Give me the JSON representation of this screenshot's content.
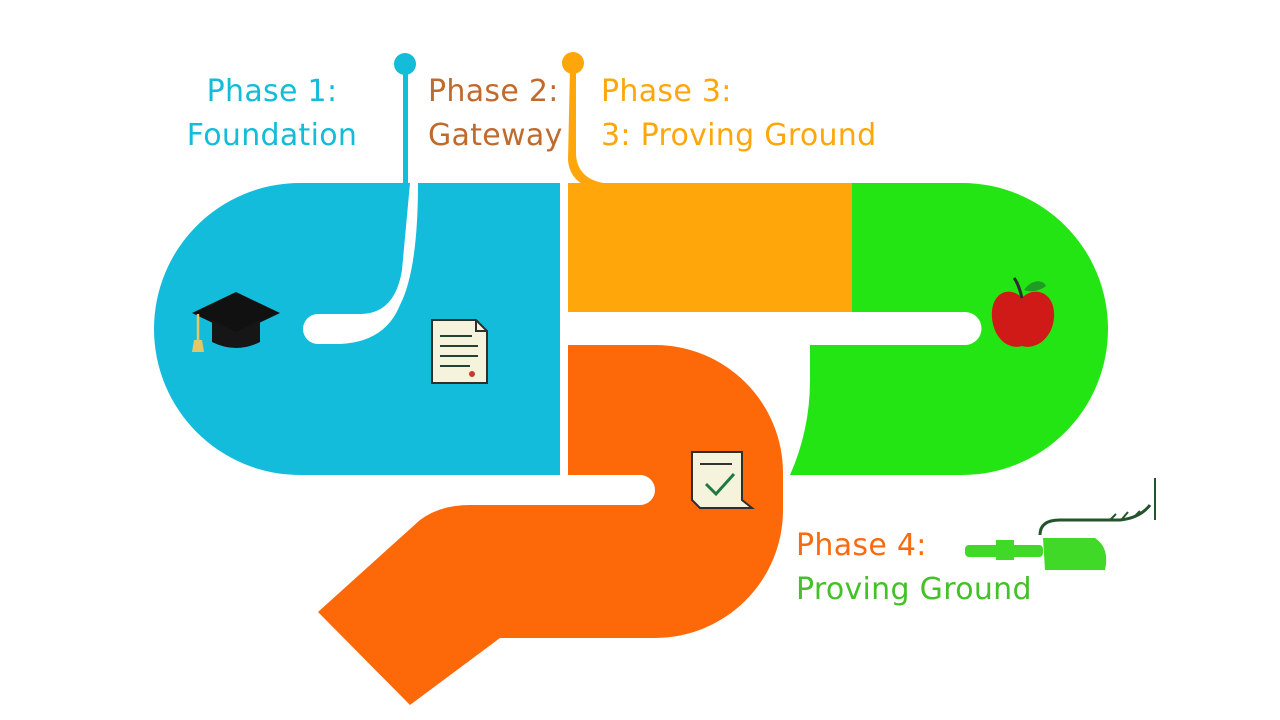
{
  "colors": {
    "foundation": "#13bcd9",
    "gateway": "#c06a2c",
    "proving_ground": "#ffa60a",
    "phase4_title": "#fa6b0f",
    "phase4_subtitle": "#44c129",
    "green_track": "#23e513",
    "orange_track": "#fd6909",
    "yellow_track": "#ffa60a",
    "blue_track": "#14bcdc"
  },
  "phases": [
    {
      "title": "Phase 1:",
      "subtitle": "Foundation"
    },
    {
      "title": "Phase 2:",
      "subtitle": "Gateway"
    },
    {
      "title": "Phase 3:",
      "subtitle": "3: Proving Ground"
    },
    {
      "title": "Phase 4:",
      "subtitle": "Proving Ground"
    }
  ],
  "icons": [
    "graduation-cap-icon",
    "document-icon",
    "checklist-icon",
    "apple-icon",
    "key-icon"
  ]
}
